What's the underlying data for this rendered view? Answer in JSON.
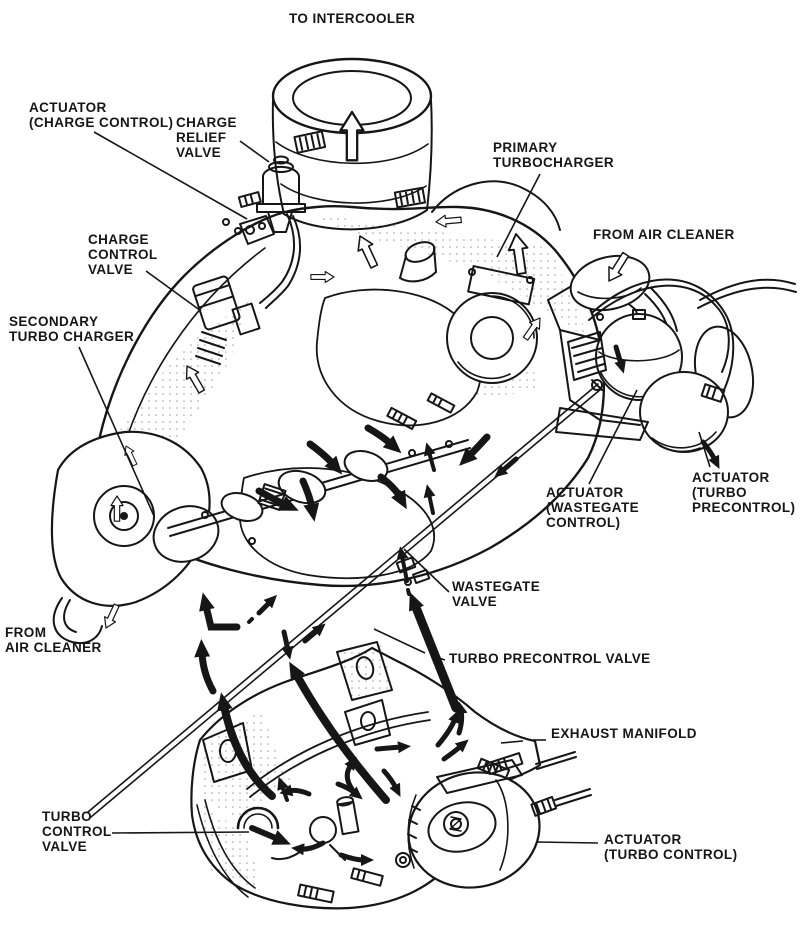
{
  "colors": {
    "background": "#ffffff",
    "ink": "#161616"
  },
  "icons": {
    "airflow-arrow": "hollow outline arrow showing intake air direction",
    "flow-arrow": "solid black curved arrow showing exhaust gas flow",
    "leader-line": "thin callout line from label to part"
  },
  "labels": {
    "to_intercooler": {
      "lines": [
        "TO INTERCOOLER"
      ]
    },
    "actuator_charge_control": {
      "lines": [
        "ACTUATOR",
        "(CHARGE CONTROL)"
      ]
    },
    "charge_relief_valve": {
      "lines": [
        "CHARGE",
        "RELIEF",
        "VALVE"
      ]
    },
    "charge_control_valve": {
      "lines": [
        "CHARGE",
        "CONTROL",
        "VALVE"
      ]
    },
    "primary_turbocharger": {
      "lines": [
        "PRIMARY",
        "TURBOCHARGER"
      ]
    },
    "from_air_cleaner_top": {
      "lines": [
        "FROM AIR CLEANER"
      ]
    },
    "secondary_turbo_charger": {
      "lines": [
        "SECONDARY",
        "TURBO CHARGER"
      ]
    },
    "actuator_wastegate_control": {
      "lines": [
        "ACTUATOR",
        "(WASTEGATE",
        "CONTROL)"
      ]
    },
    "actuator_turbo_precontrol": {
      "lines": [
        "ACTUATOR",
        "(TURBO",
        "PRECONTROL)"
      ]
    },
    "wastegate_valve": {
      "lines": [
        "WASTEGATE",
        "VALVE"
      ]
    },
    "from_air_cleaner_bottom": {
      "lines": [
        "FROM",
        "AIR CLEANER"
      ]
    },
    "turbo_precontrol_valve": {
      "lines": [
        "TURBO PRECONTROL VALVE"
      ]
    },
    "exhaust_manifold": {
      "lines": [
        "EXHAUST MANIFOLD"
      ]
    },
    "turbo_control_valve": {
      "lines": [
        "TURBO",
        "CONTROL",
        "VALVE"
      ]
    },
    "actuator_turbo_control": {
      "lines": [
        "ACTUATOR",
        "(TURBO CONTROL)"
      ]
    }
  }
}
